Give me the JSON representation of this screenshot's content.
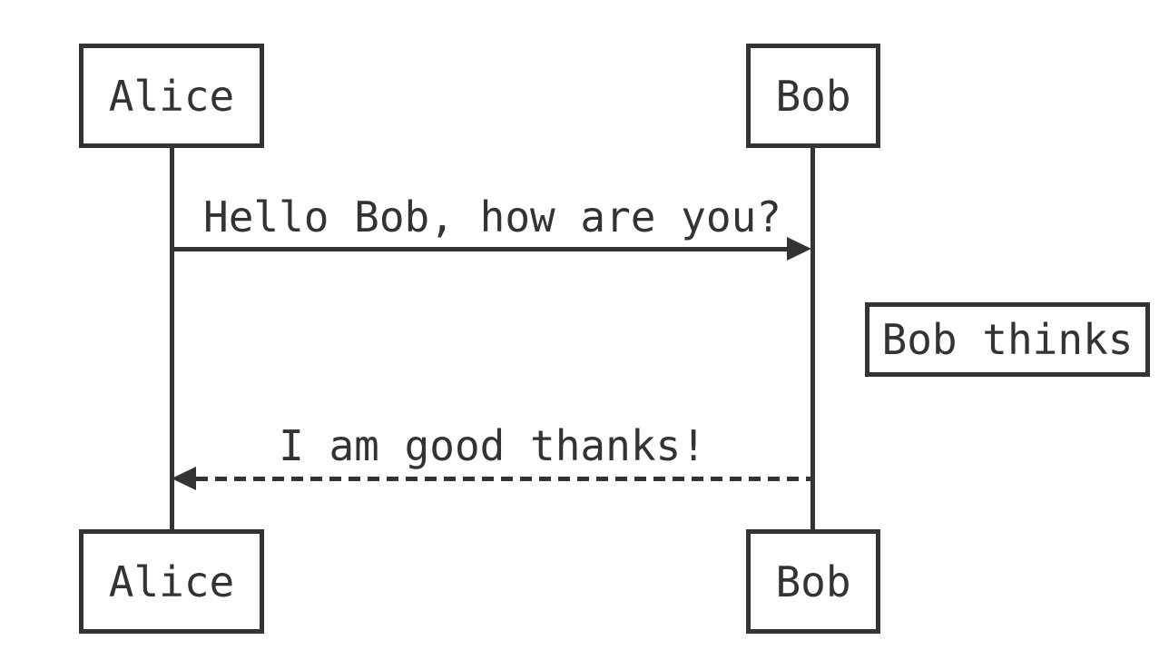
{
  "diagram": {
    "type": "sequence-diagram",
    "background_color": "#ffffff",
    "stroke_color": "#333333",
    "actors": [
      {
        "id": "alice",
        "label": "Alice"
      },
      {
        "id": "bob",
        "label": "Bob"
      }
    ],
    "messages": [
      {
        "from": "Alice",
        "to": "Bob",
        "text": "Hello Bob, how are you?",
        "line_style": "solid",
        "arrow_direction": "right"
      },
      {
        "from": "Bob",
        "to": "Alice",
        "text": "I am good thanks!",
        "line_style": "dashed",
        "arrow_direction": "left"
      }
    ],
    "notes": [
      {
        "text": "Bob thinks",
        "position": "right of Bob"
      }
    ]
  }
}
